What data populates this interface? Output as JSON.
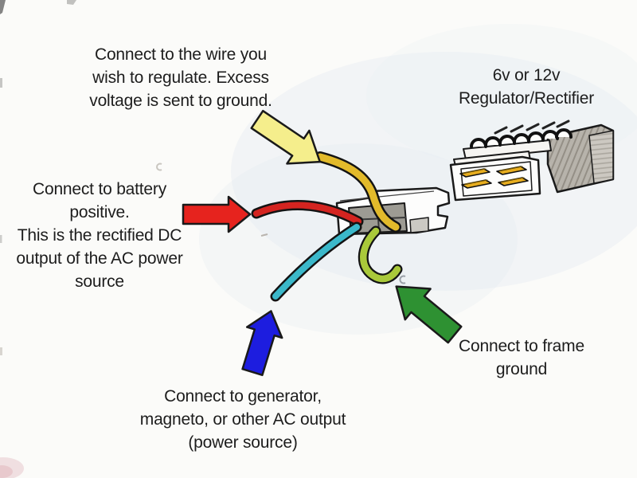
{
  "notes": {
    "regulate": {
      "lines": [
        "Connect to the wire you",
        "wish to regulate. Excess",
        "voltage is sent to ground."
      ]
    },
    "device_label": {
      "lines": [
        "6v or 12v",
        "Regulator/Rectifier"
      ]
    },
    "battery": {
      "lines": [
        "Connect to battery",
        "positive.",
        "This is the rectified DC",
        "output of the AC power",
        "source"
      ]
    },
    "generator": {
      "lines": [
        "Connect to generator,",
        "magneto, or other AC output",
        "(power source)"
      ]
    },
    "frame_ground": {
      "lines": [
        "Connect to frame",
        "ground"
      ]
    }
  },
  "arrows": [
    {
      "name": "yellow-arrow",
      "color": "#f5ee8c",
      "outline": "#1a1a1a",
      "direction": "down-right"
    },
    {
      "name": "red-arrow",
      "color": "#e6231e",
      "outline": "#1a1a1a",
      "direction": "right"
    },
    {
      "name": "blue-arrow",
      "color": "#1d1ddf",
      "outline": "#1a1a1a",
      "direction": "up"
    },
    {
      "name": "green-arrow",
      "color": "#2e9132",
      "outline": "#1a1a1a",
      "direction": "up-left"
    }
  ],
  "wires": [
    {
      "name": "yellow-wire",
      "color": "#e2ba2b"
    },
    {
      "name": "red-wire",
      "color": "#d42420"
    },
    {
      "name": "cyan-wire",
      "color": "#3bb8ca"
    },
    {
      "name": "green-wire",
      "color": "#a9c93a"
    }
  ],
  "device_drawing": {
    "pin_color": "#e8ae1f",
    "body_color": "#b7b3ab",
    "paper_color": "#fbfbf9",
    "ink_color": "#1a1a1a"
  }
}
